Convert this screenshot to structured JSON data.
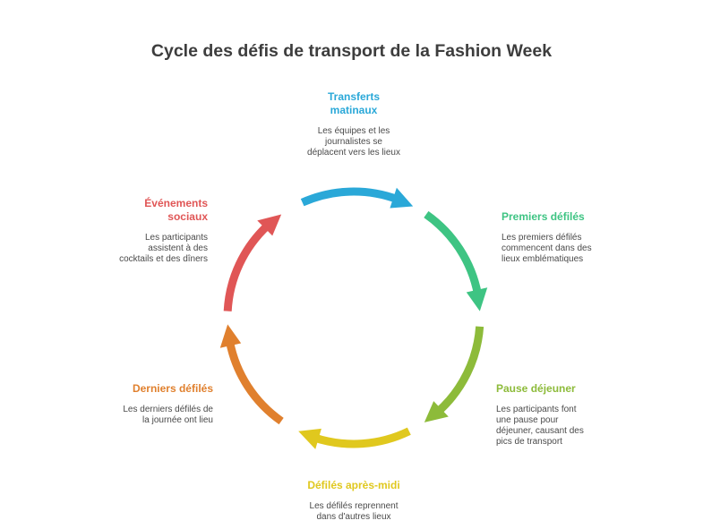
{
  "title": "Cycle des défis de transport de la Fashion Week",
  "stages": [
    {
      "label": "Transferts\nmatinaux",
      "desc": "Les équipes et les\njournalistes se\ndéplacent vers les lieux",
      "color": "#2aa8d8"
    },
    {
      "label": "Premiers défilés",
      "desc": "Les premiers défilés\ncommencent dans des\nlieux emblématiques",
      "color": "#3ec483"
    },
    {
      "label": "Pause déjeuner",
      "desc": "Les participants font\nune pause pour\ndéjeuner, causant des\npics de transport",
      "color": "#8dbb3a"
    },
    {
      "label": "Défilés après-midi",
      "desc": "Les défilés reprennent\ndans d'autres lieux",
      "color": "#e0c81e"
    },
    {
      "label": "Derniers défilés",
      "desc": "Les derniers défilés de\nla journée ont lieu",
      "color": "#e0802e"
    },
    {
      "label": "Événements\nsociaux",
      "desc": "Les participants\nassistent à des\ncocktails et des dîners",
      "color": "#e05656"
    }
  ]
}
